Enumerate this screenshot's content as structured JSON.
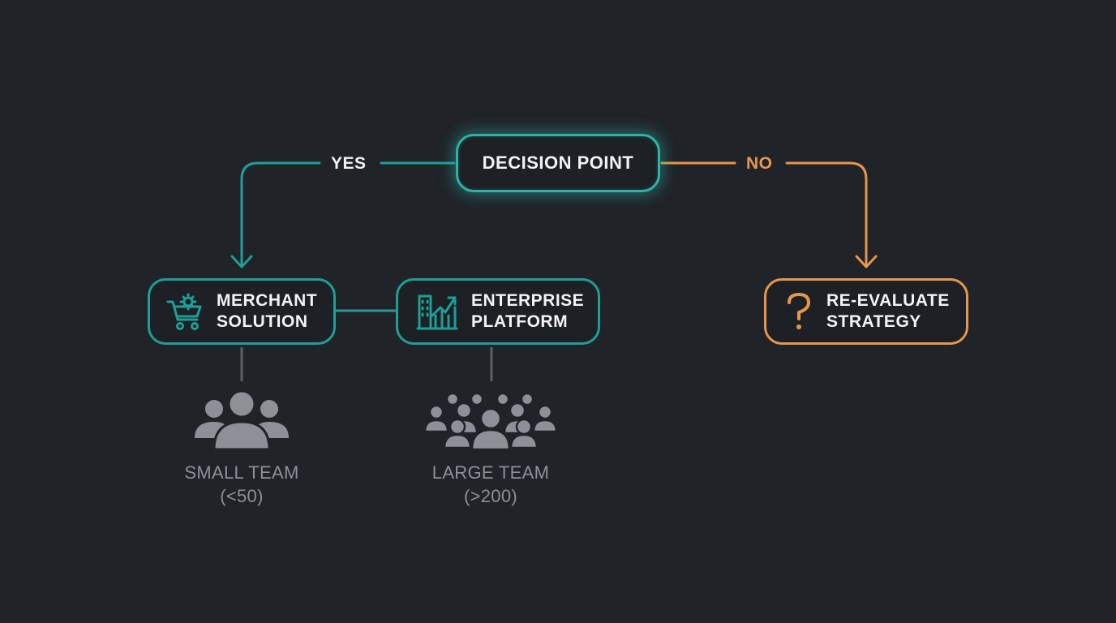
{
  "colors": {
    "background": "#202328",
    "teal": "#2bb3a8",
    "teal_dark": "#1f9e98",
    "orange": "#e8964a",
    "connector_gray": "#5b5f65",
    "caption_gray": "#8d9197",
    "text_white": "#f1f3f5"
  },
  "decision": {
    "label": "DECISION POINT"
  },
  "edges": {
    "yes_label": "YES",
    "no_label": "NO"
  },
  "nodes": {
    "merchant": {
      "label": "MERCHANT\nSOLUTION",
      "icon": "shopping-cart-gear-icon"
    },
    "enterprise": {
      "label": "ENTERPRISE\nPLATFORM",
      "icon": "building-growth-chart-icon"
    },
    "reevaluate": {
      "label": "RE-EVALUATE\nSTRATEGY",
      "icon": "question-mark-icon"
    }
  },
  "teams": {
    "small": {
      "caption": "SMALL TEAM\n(<50)",
      "icon": "small-group-icon"
    },
    "large": {
      "caption": "LARGE TEAM\n(>200)",
      "icon": "large-group-icon"
    }
  }
}
